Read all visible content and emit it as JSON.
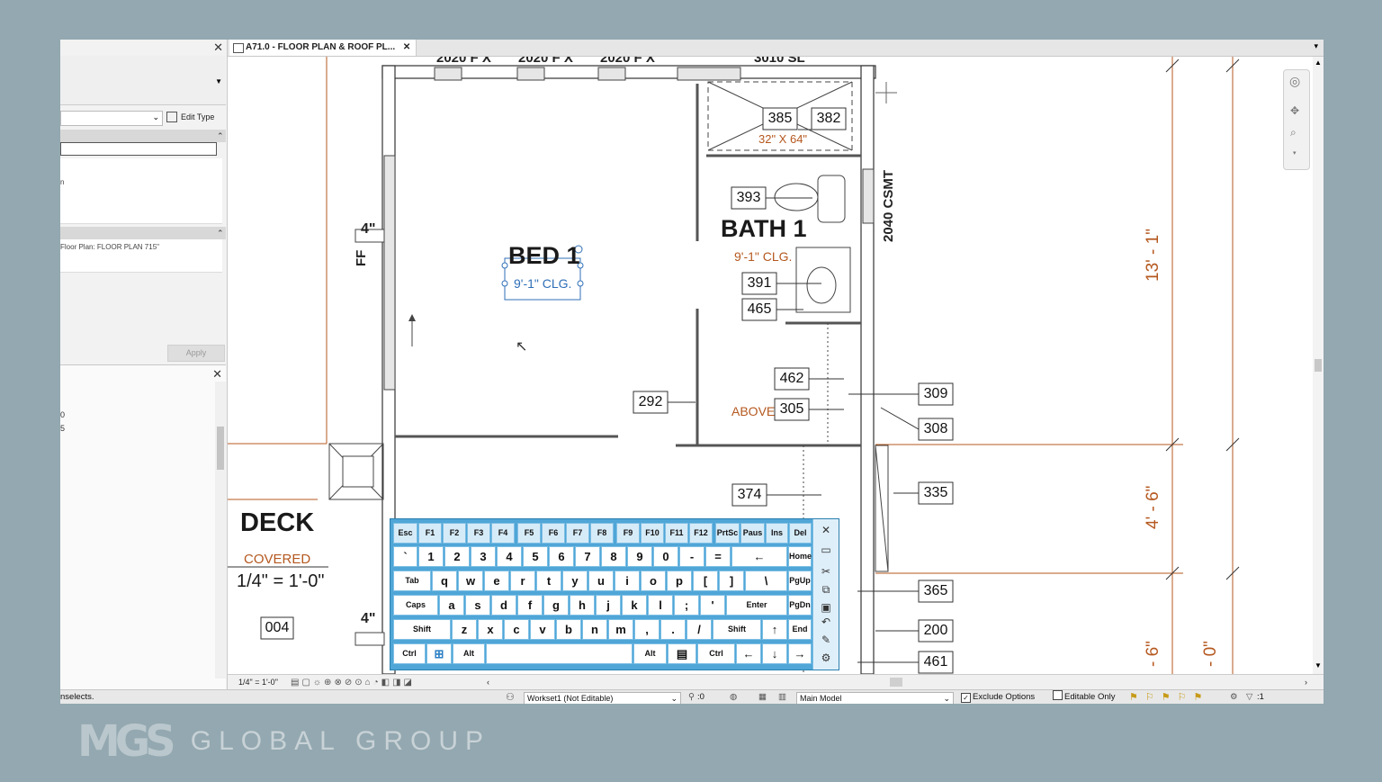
{
  "tab": {
    "title": "A71.0 - FLOOR PLAN & ROOF PL...",
    "close": "✕"
  },
  "properties": {
    "edit_type_label": "Edit Type",
    "row_m": "n",
    "view_row": "Floor Plan: FLOOR PLAN 715\"",
    "apply_label": "Apply"
  },
  "browser": {
    "num_a": "0",
    "num_b": "5"
  },
  "drawing": {
    "bed_label": "BED 1",
    "bed_ceiling": "9'-1\" CLG.",
    "bath_label": "BATH 1",
    "bath_ceiling": "9'-1\" CLG.",
    "deck_label": "DECK",
    "deck_sub": "COVERED",
    "deck_scale": "1/4\" = 1'-0\"",
    "deck_tag": "004",
    "window_tag": "2040 CSMT",
    "shower_size": "32\" X 64\"",
    "above_label": "ABOVE",
    "ff_label": "FF",
    "dim_4a": "4\"",
    "dim_4b": "4\"",
    "dim_right_1": "13' - 1\"",
    "dim_right_2": "4' - 6\"",
    "dim_right_3": "- 6\"",
    "dim_right_4": "- 0\"",
    "top_text_1": "2020 F X",
    "top_text_2": "2020 F X",
    "top_text_3": "2020 F X",
    "top_text_4": "3010 SL",
    "tags": [
      "385",
      "382",
      "393",
      "391",
      "465",
      "462",
      "305",
      "292",
      "309",
      "308",
      "374",
      "335",
      "365",
      "200",
      "461"
    ]
  },
  "viewbar": {
    "scale": "1/4\" = 1'-0\""
  },
  "statusbar": {
    "hint": "nselects.",
    "workset": "Workset1 (Not Editable)",
    "count": ":0",
    "model": "Main Model",
    "exclude_options": "Exclude Options",
    "editable_only": "Editable Only",
    "filter_count": ":1"
  },
  "keyboard": {
    "row_fn": [
      "Esc",
      "F1",
      "F2",
      "F3",
      "F4",
      "F5",
      "F6",
      "F7",
      "F8",
      "F9",
      "F10",
      "F11",
      "F12",
      "PrtSc",
      "Paus",
      "Ins",
      "Del"
    ],
    "row_num": [
      "`",
      "1",
      "2",
      "3",
      "4",
      "5",
      "6",
      "7",
      "8",
      "9",
      "0",
      "-",
      "=",
      "←",
      "Home"
    ],
    "row_q": [
      "Tab",
      "q",
      "w",
      "e",
      "r",
      "t",
      "y",
      "u",
      "i",
      "o",
      "p",
      "[",
      "]",
      "\\",
      "PgUp"
    ],
    "row_a": [
      "Caps",
      "a",
      "s",
      "d",
      "f",
      "g",
      "h",
      "j",
      "k",
      "l",
      ";",
      "'",
      "Enter",
      "PgDn"
    ],
    "row_z": [
      "Shift",
      "z",
      "x",
      "c",
      "v",
      "b",
      "n",
      "m",
      ",",
      ".",
      "/",
      "Shift",
      "↑",
      "End"
    ],
    "row_ctl": [
      "Ctrl",
      "⊞",
      "Alt",
      "",
      "Alt",
      "▤",
      "Ctrl",
      "←",
      "↓",
      "→"
    ],
    "close": "✕"
  },
  "brand": {
    "logo": "MGS",
    "name": "GLOBAL GROUP"
  },
  "colors": {
    "plan_red": "#b5581f",
    "plan_blue": "#2f6fb7",
    "keyboard_blue": "#4fa6d7",
    "backdrop": "#93a8b0"
  }
}
